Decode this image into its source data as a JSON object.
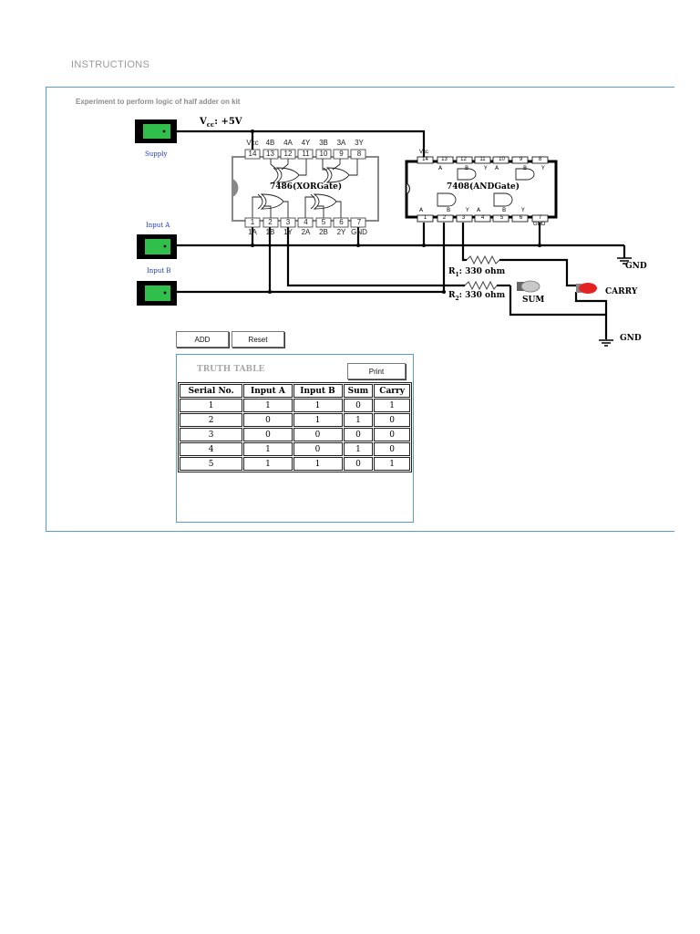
{
  "header": {
    "instructions_label": "INSTRUCTIONS"
  },
  "experiment": {
    "title": "Experiment to perform logic of half adder on kit"
  },
  "switches": {
    "supply": "Supply",
    "input_a": "Input A",
    "input_b": "Input B"
  },
  "circuit": {
    "vcc_label": "V",
    "vcc_sub": "cc",
    "vcc_value": ": +5V",
    "xor_ic": {
      "name": "7486(XORGate)",
      "top_pins": [
        "14",
        "13",
        "12",
        "11",
        "10",
        "9",
        "8"
      ],
      "top_labels": [
        "Vcc",
        "4B",
        "4A",
        "4Y",
        "3B",
        "3A",
        "3Y"
      ],
      "bottom_pins": [
        "1",
        "2",
        "3",
        "4",
        "5",
        "6",
        "7"
      ],
      "bottom_labels": [
        "1A",
        "1B",
        "1Y",
        "2A",
        "2B",
        "2Y",
        "GND"
      ]
    },
    "and_ic": {
      "name": "7408(ANDGate)",
      "vcc": "Vcc",
      "gnd": "GND",
      "top_pins": [
        "14",
        "13",
        "12",
        "11",
        "10",
        "9",
        "8"
      ],
      "bottom_pins": [
        "1",
        "2",
        "3",
        "4",
        "5",
        "6",
        "7"
      ]
    },
    "r1_label": "R",
    "r1_sub": "1",
    "r1_value": ": 330 ohm",
    "r2_label": "R",
    "r2_sub": "2",
    "r2_value": ": 330 ohm",
    "sum_label": "SUM",
    "carry_label": "CARRY",
    "gnd_label": "GND"
  },
  "controls": {
    "add_label": "ADD",
    "reset_label": "Reset",
    "print_label": "Print"
  },
  "truth_table": {
    "title": "TRUTH TABLE",
    "headers": [
      "Serial No.",
      "Input A",
      "Input B",
      "Sum",
      "Carry"
    ],
    "rows": [
      [
        "1",
        "1",
        "1",
        "0",
        "1"
      ],
      [
        "2",
        "0",
        "1",
        "1",
        "0"
      ],
      [
        "3",
        "0",
        "0",
        "0",
        "0"
      ],
      [
        "4",
        "1",
        "0",
        "1",
        "0"
      ],
      [
        "5",
        "1",
        "1",
        "0",
        "1"
      ]
    ]
  },
  "colors": {
    "accent": "#5b9bd5",
    "switch_green": "#2fbf4a",
    "carry_led": "#e52222",
    "label_blue": "#1b35c9"
  }
}
